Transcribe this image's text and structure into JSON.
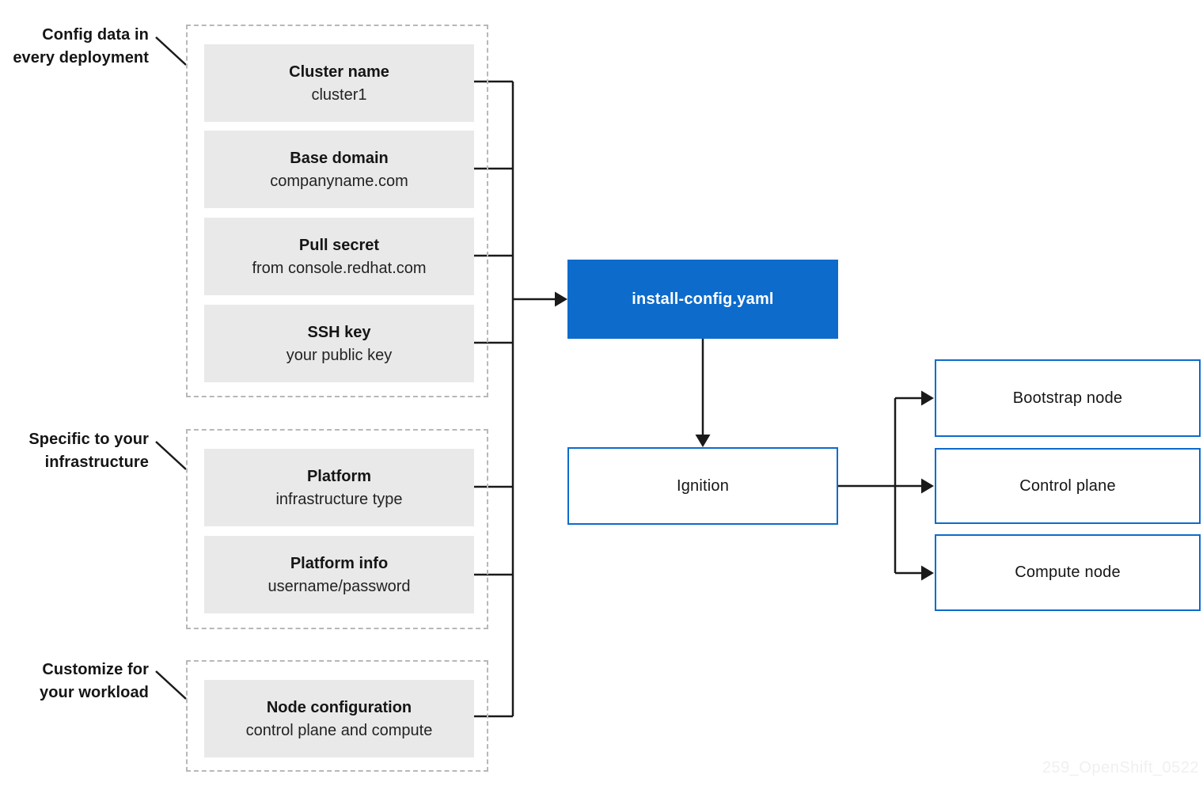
{
  "colors": {
    "accent_blue": "#0d6bcc",
    "box_gray": "#e9e9e9",
    "line_black": "#1a1a1a",
    "dash_gray": "#b8b8b8",
    "watermark_gray": "#f0f0f2"
  },
  "groups": [
    {
      "label": "Config data in\nevery deployment",
      "boxes": [
        {
          "title": "Cluster name",
          "subtitle": "cluster1"
        },
        {
          "title": "Base domain",
          "subtitle": "companyname.com"
        },
        {
          "title": "Pull secret",
          "subtitle": "from console.redhat.com"
        },
        {
          "title": "SSH key",
          "subtitle": "your public key"
        }
      ]
    },
    {
      "label": "Specific to your\ninfrastructure",
      "boxes": [
        {
          "title": "Platform",
          "subtitle": "infrastructure type"
        },
        {
          "title": "Platform info",
          "subtitle": "username/password"
        }
      ]
    },
    {
      "label": "Customize for\nyour workload",
      "boxes": [
        {
          "title": "Node configuration",
          "subtitle": "control plane and compute"
        }
      ]
    }
  ],
  "flow": {
    "install_config": "install-config.yaml",
    "ignition": "Ignition",
    "outputs": [
      {
        "label": "Bootstrap node"
      },
      {
        "label": "Control plane"
      },
      {
        "label": "Compute node"
      }
    ]
  },
  "watermark": "259_OpenShift_0522"
}
